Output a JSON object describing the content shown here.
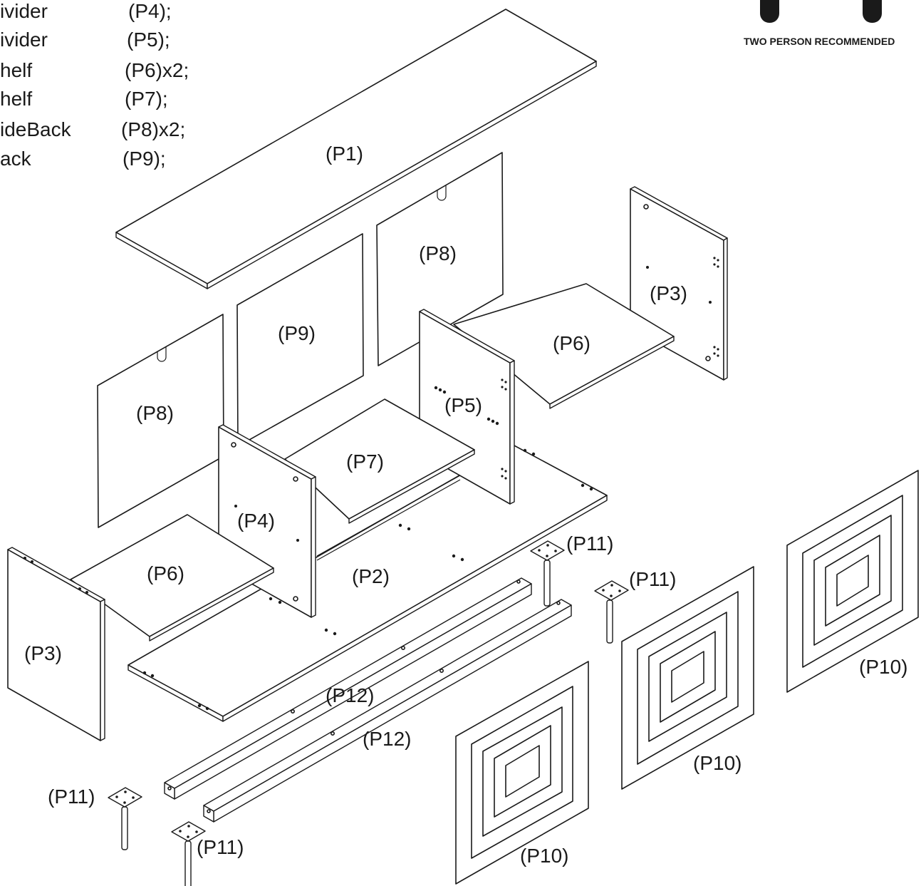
{
  "parts_list": [
    {
      "name": "ivider",
      "code": "(P4);"
    },
    {
      "name": "ivider",
      "code": "(P5);"
    },
    {
      "name": "helf",
      "code": "(P6)x2;"
    },
    {
      "name": "helf",
      "code": "(P7);"
    },
    {
      "name": "ideBack",
      "code": "(P8)x2;"
    },
    {
      "name": "ack",
      "code": "(P9);"
    }
  ],
  "warning": {
    "text": "TWO PERSON RECOMMENDED",
    "color": "#1a1a1a"
  },
  "labels": {
    "top": "(P1)",
    "bottom": "(P2)",
    "side": "(P3)",
    "divider_a": "(P4)",
    "divider_b": "(P5)",
    "shelf": "(P6)",
    "shelf_middle": "(P7)",
    "side_back": "(P8)",
    "back": "(P9)",
    "door": "(P10)",
    "leg": "(P11)",
    "rail": "(P12)"
  },
  "icons": [
    "two-person-icon",
    "cam-hole-icon",
    "dowel-hole-icon"
  ],
  "colors": {
    "line": "#1a1a1a",
    "panel": "#ffffff"
  }
}
